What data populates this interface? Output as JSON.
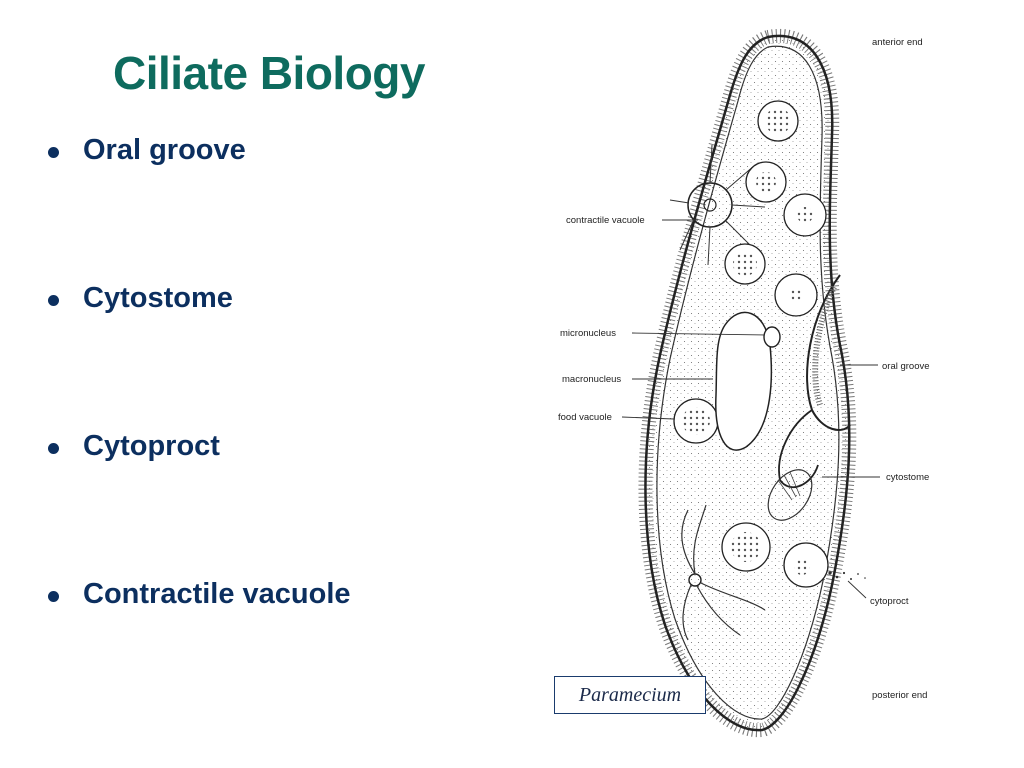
{
  "title": "Ciliate Biology",
  "bullets": [
    "Oral groove",
    "Cytostome",
    "Cytoproct",
    "Contractile vacuole"
  ],
  "diagram": {
    "caption": "Paramecium",
    "labels": {
      "anterior_end": "anterior end",
      "contractile_vacuole": "contractile vacuole",
      "micronucleus": "micronucleus",
      "macronucleus": "macronucleus",
      "food_vacuole": "food vacuole",
      "oral_groove": "oral groove",
      "cytostome": "cytostome",
      "cytoproct": "cytoproct",
      "posterior_end": "posterior end"
    }
  },
  "colors": {
    "title": "#0e6b5e",
    "bullet_text": "#0c2f5f",
    "caption_border": "#1a3b6d"
  }
}
